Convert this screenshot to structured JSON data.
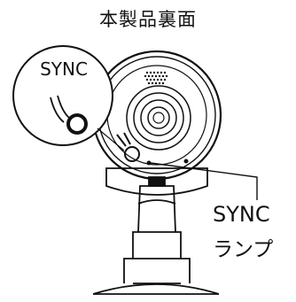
{
  "title": "本製品裏面",
  "callout_label": "SYNC",
  "lamp_label_line1": "SYNC",
  "lamp_label_line2": "ランプ"
}
